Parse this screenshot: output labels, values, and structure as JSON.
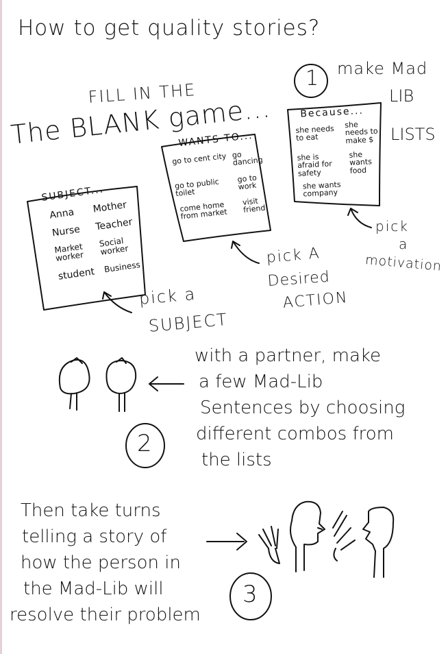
{
  "title": "How to get quality stories?",
  "game": {
    "line1": "FILL IN THE",
    "line2": "The BLANK game..."
  },
  "step1": {
    "number": "1",
    "line1": "make Mad",
    "line2": "LIB",
    "line3": "LISTS"
  },
  "lists": {
    "subject": {
      "heading": "SUBJECT...",
      "items": [
        "Anna",
        "Mother",
        "Nurse",
        "Teacher",
        "Market worker",
        "Social worker",
        "student",
        "Business"
      ],
      "caption_line1": "pick a",
      "caption_line2": "SUBJECT"
    },
    "action": {
      "heading": "WANTS TO...",
      "items": [
        "go to cent city",
        "go dancing",
        "go to public toilet",
        "go to work",
        "come home from market",
        "visit friend"
      ],
      "caption_line1": "pick A",
      "caption_line2": "Desired",
      "caption_line3": "ACTION"
    },
    "motivation": {
      "heading": "Because...",
      "items": [
        "she needs to eat",
        "she needs to make $",
        "she is afraid for safety",
        "she wants food",
        "she wants company"
      ],
      "caption_line1": "pick",
      "caption_line2": "a",
      "caption_line3": "motivation"
    }
  },
  "step2": {
    "number": "2",
    "lines": [
      "with a partner, make",
      "a few Mad-Lib",
      "Sentences by choosing",
      "different combos from",
      "the lists"
    ]
  },
  "step3": {
    "number": "3",
    "lines": [
      "Then take turns",
      "telling a story of",
      "how the person in",
      "the Mad-Lib will",
      "resolve their problem"
    ]
  }
}
